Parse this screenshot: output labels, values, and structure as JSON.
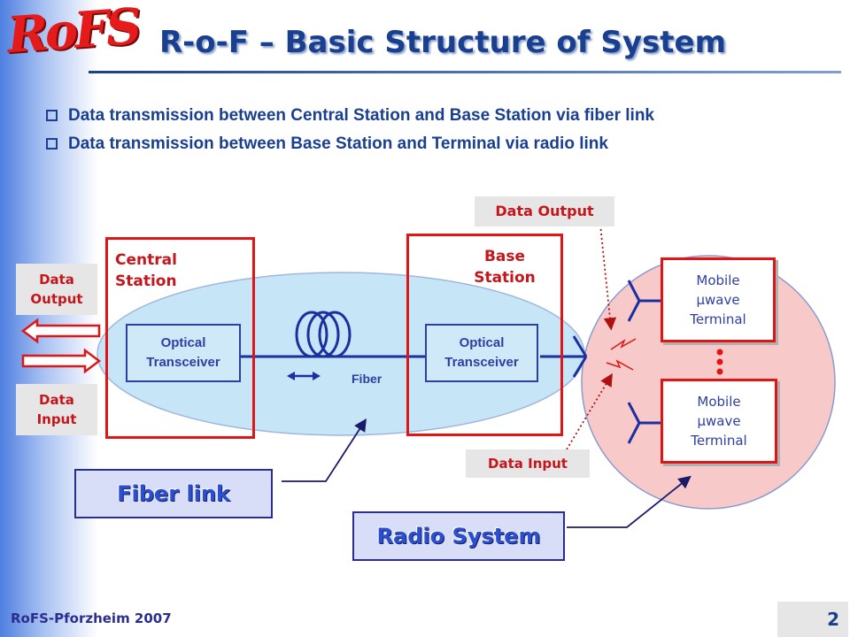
{
  "logo": "RoFS",
  "title": "R-o-F – Basic Structure of System",
  "bullets": [
    "Data transmission between Central Station and Base Station via fiber link",
    "Data transmission between Base Station and Terminal via radio link"
  ],
  "diagram": {
    "left_data_output": "Data\nOutput",
    "left_data_input": "Data\nInput",
    "central_station": "Central\nStation",
    "base_station": "Base\nStation",
    "optical_transceiver_1": "Optical\nTransceiver",
    "optical_transceiver_2": "Optical\nTransceiver",
    "fiber": "Fiber",
    "data_output_top": "Data Output",
    "data_input_bottom": "Data Input",
    "terminal_1": "Mobile\nμwave\nTerminal",
    "terminal_2": "Mobile\nμwave\nTerminal",
    "fiber_link_callout": "Fiber link",
    "radio_system_callout": "Radio System"
  },
  "footer": "RoFS-Pforzheim 2007",
  "page_number": "2",
  "colors": {
    "title_blue": "#1a3f8f",
    "station_red": "#e01616",
    "ellipse_fill": "#c6e6f8",
    "radio_circle_fill": "#f7c9c9"
  }
}
